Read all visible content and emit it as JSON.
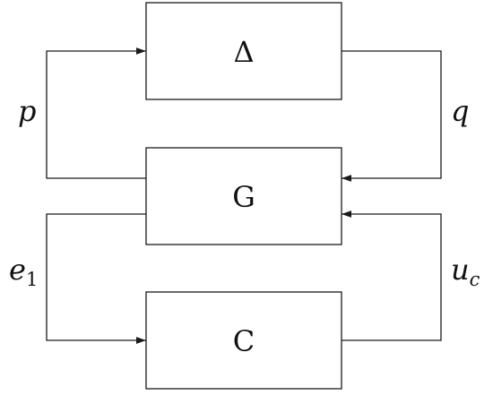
{
  "blocks": {
    "delta": {
      "label": "Δ"
    },
    "g": {
      "label": "G"
    },
    "c": {
      "label": "C"
    }
  },
  "signals": {
    "p": {
      "label": "p"
    },
    "q": {
      "label": "q"
    },
    "e1": {
      "base": "e",
      "sub": "1"
    },
    "uc": {
      "base": "u",
      "sub": "c"
    }
  },
  "colors": {
    "stroke": "#1a1a1a",
    "background": "#ffffff"
  }
}
